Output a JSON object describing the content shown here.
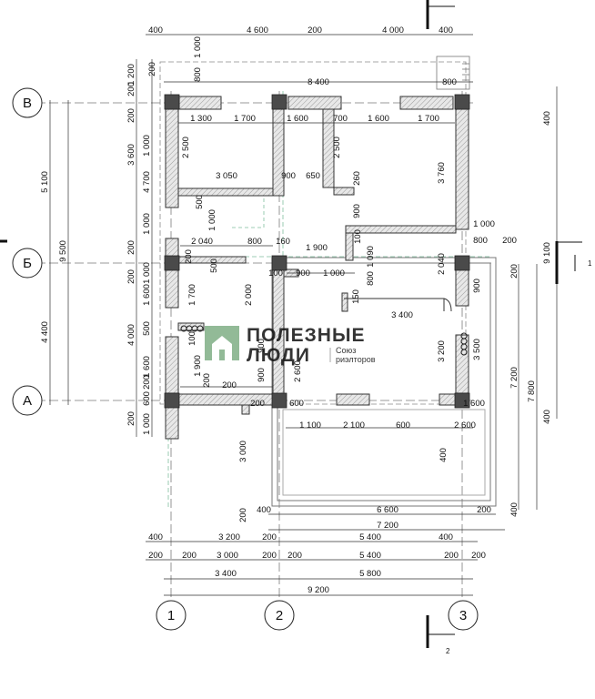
{
  "plan": {
    "axes_letters": [
      "В",
      "Б",
      "А"
    ],
    "axes_numbers": [
      "1",
      "2",
      "3"
    ],
    "section_marks": [
      "1",
      "2"
    ],
    "top_dims": [
      "400",
      "4 600",
      "200",
      "4 000",
      "400"
    ],
    "top_second": [
      "8 400",
      "800"
    ],
    "room_top_dims": [
      "1 300",
      "1 700",
      "1 600",
      "700",
      "1 600",
      "1 700"
    ],
    "bottom_dims_row1": [
      "400",
      "3 200",
      "200",
      "5 400",
      "400"
    ],
    "bottom_dims_row2": [
      "200",
      "200",
      "3 000",
      "200",
      "200",
      "5 400",
      "200",
      "200"
    ],
    "bottom_dims_row3": [
      "3 400",
      "5 800"
    ],
    "bottom_dims_row4": [
      "9 200"
    ],
    "terrace_dims": [
      "400",
      "6 600",
      "200"
    ],
    "terrace_total": "7 200",
    "left_outer_dims": [
      "5 100",
      "9 500",
      "4 400"
    ],
    "left_mid_dims": [
      "3 600",
      "4 700",
      "1 000",
      "4 000",
      "1 000"
    ],
    "left_inner_dims": [
      "1 200",
      "200",
      "200",
      "200",
      "200",
      "1 600",
      "500",
      "1 600",
      "600",
      "200"
    ],
    "right_dims": [
      "400",
      "9 100",
      "200",
      "7 200",
      "7 800",
      "400",
      "400"
    ],
    "interior_dims": [
      "2 500",
      "3 050",
      "900",
      "650",
      "2 500",
      "3 760",
      "260",
      "500",
      "1 000",
      "900",
      "1 000",
      "2 040",
      "800",
      "160",
      "1 900",
      "100",
      "800",
      "200",
      "200",
      "100",
      "900",
      "1 000",
      "1 090",
      "2 040",
      "500",
      "1 700",
      "2 000",
      "150",
      "800",
      "900",
      "3 400",
      "100",
      "3 500",
      "1 900",
      "900",
      "900",
      "2 600",
      "3 200",
      "200",
      "200",
      "600",
      "1 600",
      "1 100",
      "2 100",
      "600",
      "2 600",
      "3 000",
      "400",
      "200",
      "1 000",
      "800",
      "200",
      "1 000",
      "200",
      "1 000",
      "200"
    ],
    "watermark": {
      "line1": "ПОЛЕЗНЫЕ",
      "line2": "ЛЮДИ",
      "sub1": "Союз",
      "sub2": "риэлторов"
    }
  }
}
